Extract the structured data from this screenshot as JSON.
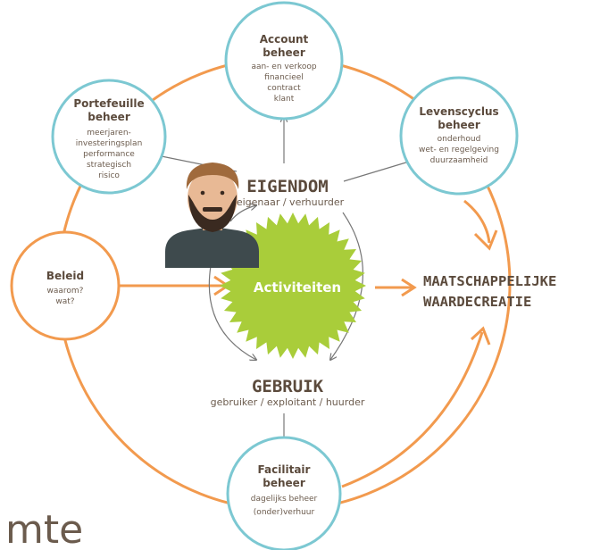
{
  "colors": {
    "orange": "#f29a4e",
    "teal": "#7cc8d2",
    "green": "#a9cd3a",
    "brown": "#5b4a3c",
    "gray": "#6b6b6b"
  },
  "circles": {
    "account": {
      "title": [
        "Account",
        "beheer"
      ],
      "lines": [
        "aan- en verkoop",
        "financieel",
        "contract",
        "klant"
      ]
    },
    "portefeuille": {
      "title": [
        "Portefeuille",
        "beheer"
      ],
      "lines": [
        "meerjaren-",
        "investeringsplan",
        "performance",
        "strategisch",
        "risico"
      ]
    },
    "levenscyclus": {
      "title": [
        "Levenscyclus",
        "beheer"
      ],
      "lines": [
        "onderhoud",
        "wet- en regelgeving",
        "duurzaamheid"
      ]
    },
    "beleid": {
      "title": [
        "Beleid"
      ],
      "lines": [
        "waarom?",
        "wat?"
      ]
    },
    "facilitair": {
      "title": [
        "Facilitair",
        "beheer"
      ],
      "lines": [
        "dagelijks beheer",
        "(onder)verhuur"
      ]
    }
  },
  "center": {
    "eigendom": {
      "word": "EIGENDOM",
      "roles": "eigenaar / verhuurder"
    },
    "activiteiten": "Activiteiten",
    "gebruik": {
      "word": "GEBRUIK",
      "roles": "gebruiker / exploitant / huurder"
    }
  },
  "outcome": [
    "MAATSCHAPPELIJKE",
    "WAARDECREATIE"
  ],
  "logo": "mte",
  "icons": {
    "person": "bearded-man-icon",
    "burst": "starburst-icon"
  }
}
